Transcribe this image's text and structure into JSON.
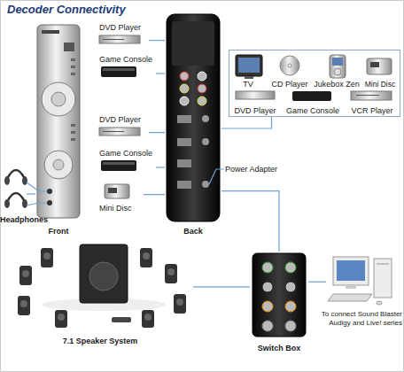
{
  "diagram": {
    "title": "Decoder Connectivity",
    "nodes": [
      {
        "text": [
          "Front"
        ]
      },
      {
        "text": [
          "Headphones"
        ]
      },
      {
        "text": [
          "DVD Player"
        ]
      },
      {
        "text": [
          "Game Console"
        ]
      },
      {
        "text": [
          "Back"
        ]
      },
      {
        "text": []
      },
      {
        "text": [
          "TV"
        ],
        "in": 5
      },
      {
        "text": [
          "CD Player"
        ],
        "in": 5
      },
      {
        "text": [
          "Jukebox Zen"
        ],
        "in": 5
      },
      {
        "text": [
          "Mini Disc"
        ],
        "in": 5
      },
      {
        "text": [
          "DVD Player"
        ],
        "in": 5
      },
      {
        "text": [
          "Game Console"
        ],
        "in": 5
      },
      {
        "text": [
          "VCR Player"
        ],
        "in": 5
      },
      {
        "text": [
          "DVD Player"
        ]
      },
      {
        "text": [
          "Game Console"
        ]
      },
      {
        "text": [
          "Mini Disc"
        ]
      },
      {
        "text": [
          "7.1 Speaker System"
        ]
      },
      {
        "text": [
          "Switch Box"
        ]
      },
      {
        "text": [
          "To connect Sound Blaster Audigy and Live! series"
        ]
      }
    ],
    "edges": [
      {
        "from": 1,
        "to": 0,
        "arrow": "none"
      },
      {
        "from": 2,
        "to": 4,
        "arrow": "none"
      },
      {
        "from": 3,
        "to": 4,
        "arrow": "none"
      },
      {
        "from": 5,
        "to": 4,
        "arrow": "none"
      },
      {
        "from": 13,
        "to": 4,
        "arrow": "none"
      },
      {
        "from": 14,
        "to": 4,
        "arrow": "none"
      },
      {
        "from": 15,
        "to": 4,
        "arrow": "none"
      },
      {
        "from": 4,
        "to": 17,
        "arrow": "none"
      },
      {
        "from": 17,
        "to": 16,
        "arrow": "none"
      },
      {
        "from": 17,
        "to": 18,
        "arrow": "none"
      }
    ],
    "labels": [
      "Power Adapter"
    ]
  }
}
